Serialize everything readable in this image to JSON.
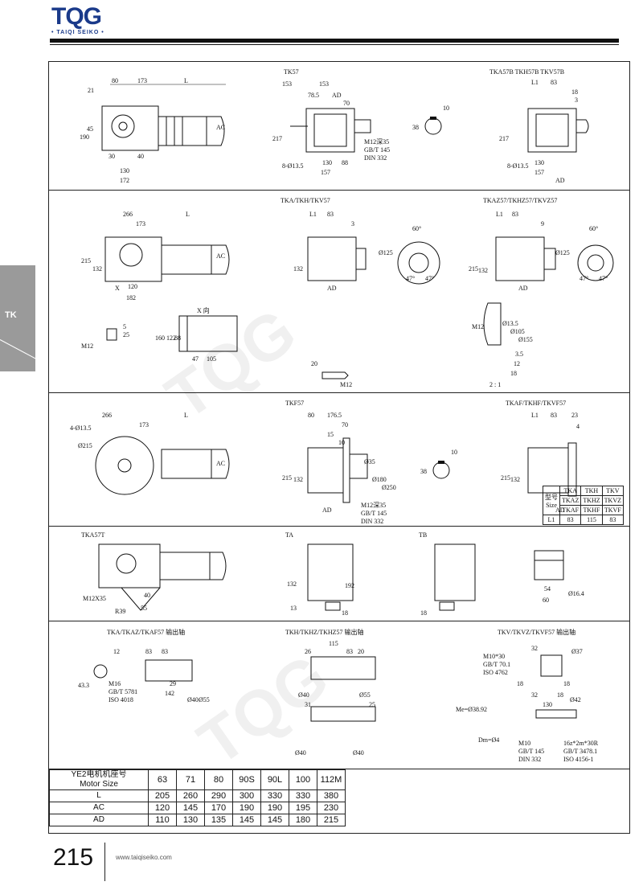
{
  "brand": {
    "logo_text": "TQG",
    "logo_sub": "• TAIQI SEIKO •"
  },
  "side_tab": {
    "label": "TK"
  },
  "sections": {
    "row1": {
      "view_a": "TK57",
      "view_b": "TKA57B  TKH57B  TKV57B"
    },
    "row2": {
      "view_a": "TKA/TKH/TKV57",
      "view_b": "TKAZ57/TKHZ57/TKVZ57",
      "x_view": "X 向"
    },
    "row3": {
      "view_a": "TKF57",
      "view_b": "TKAF/TKHF/TKVF57"
    },
    "row4": {
      "view_a": "TKA57T",
      "view_b": "TA",
      "view_c": "TB"
    },
    "row5": {
      "view_a": "TKA/TKAZ/TKAF57 输出轴",
      "view_b": "TKH/TKHZ/TKHZ57 输出轴",
      "view_c": "TKV/TKVZ/TKVF57 输出轴"
    }
  },
  "size_table": {
    "header_label": "型号",
    "header_sub": "Size",
    "col1": [
      "TKA",
      "TKAZ",
      "TKAF"
    ],
    "col2": [
      "TKH",
      "TKHZ",
      "TKHF"
    ],
    "col3": [
      "TKV",
      "TKVZ",
      "TKVF"
    ],
    "row_label": "L1",
    "values": [
      "83",
      "115",
      "83"
    ]
  },
  "motor_table": {
    "head_cn": "YE2电机机座号",
    "head_en": "Motor Size",
    "sizes": [
      "63",
      "71",
      "80",
      "90S",
      "90L",
      "100",
      "112M"
    ],
    "rows": [
      {
        "label": "L",
        "values": [
          "205",
          "260",
          "290",
          "300",
          "330",
          "330",
          "380"
        ]
      },
      {
        "label": "AC",
        "values": [
          "120",
          "145",
          "170",
          "190",
          "190",
          "195",
          "230"
        ]
      },
      {
        "label": "AD",
        "values": [
          "110",
          "130",
          "135",
          "145",
          "145",
          "180",
          "215"
        ]
      }
    ]
  },
  "footer": {
    "page": "215",
    "website": "www.taiqiseiko.com"
  }
}
